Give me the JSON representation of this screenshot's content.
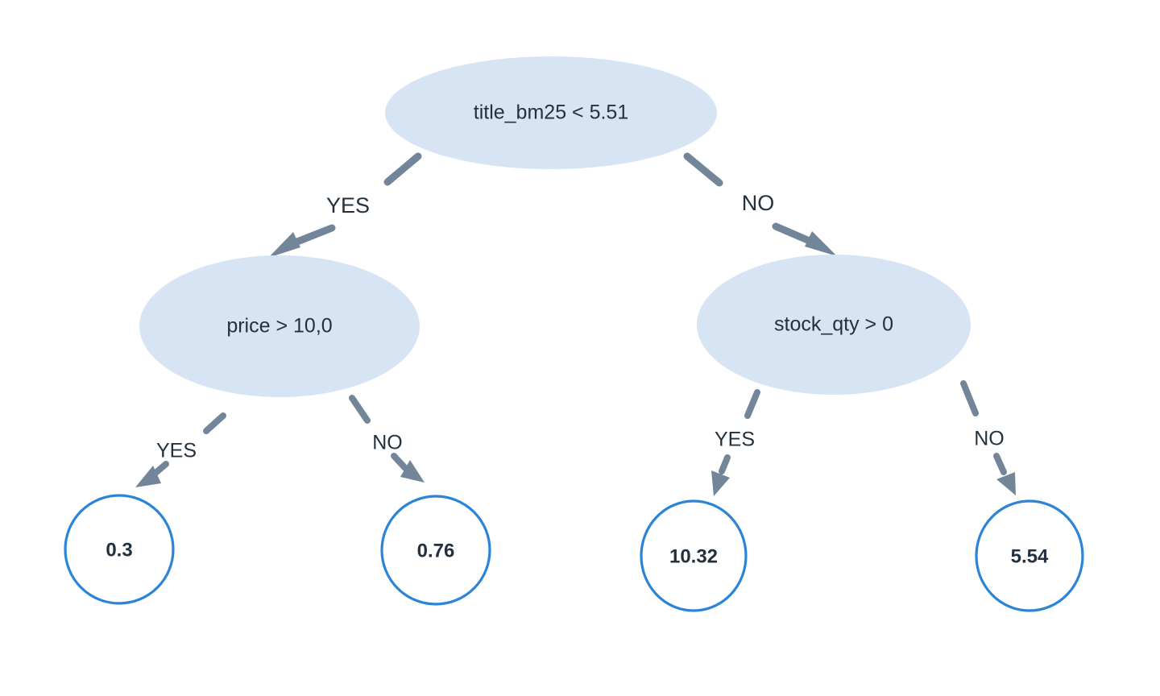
{
  "diagram": {
    "type": "decision-tree",
    "title": "",
    "colors": {
      "node_fill": "#d6e4f4",
      "node_text": "#23313f",
      "leaf_stroke": "#2b84d6",
      "leaf_fill": "#ffffff",
      "edge": "#738599",
      "background": "#ffffff"
    },
    "nodes": {
      "root": {
        "label": "title_bm25 < 5.51"
      },
      "left_branch": {
        "label": "price > 10,0"
      },
      "right_branch": {
        "label": "stock_qty > 0"
      }
    },
    "leaves": [
      {
        "label": "0.3"
      },
      {
        "label": "0.76"
      },
      {
        "label": "10.32"
      },
      {
        "label": "5.54"
      }
    ],
    "edges": [
      {
        "label": "YES",
        "from": "root",
        "to": "left_branch"
      },
      {
        "label": "NO",
        "from": "root",
        "to": "right_branch"
      },
      {
        "label": "YES",
        "from": "left_branch",
        "to": "leaf-0.3"
      },
      {
        "label": "NO",
        "from": "left_branch",
        "to": "leaf-0.76"
      },
      {
        "label": "YES",
        "from": "right_branch",
        "to": "leaf-10.32"
      },
      {
        "label": "NO",
        "from": "right_branch",
        "to": "leaf-5.54"
      }
    ]
  }
}
